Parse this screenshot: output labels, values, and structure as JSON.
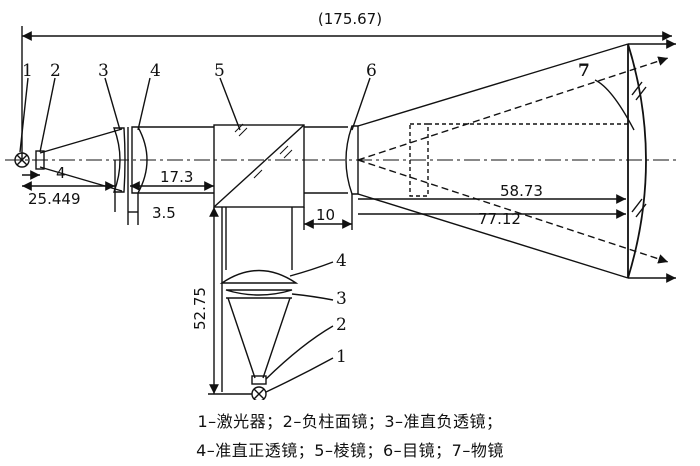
{
  "dimensions": {
    "total": "(175.67)",
    "d25449": "25.449",
    "d4": "4",
    "d173": "17.3",
    "d35": "3.5",
    "d10": "10",
    "d5873": "58.73",
    "d7712": "77.12",
    "d5275": "52.75"
  },
  "part_labels": {
    "top": [
      "1",
      "2",
      "3",
      "4",
      "5",
      "6",
      "7"
    ],
    "bottom": [
      "4",
      "3",
      "2",
      "1"
    ]
  },
  "caption": {
    "line1": "1–激光器；2–负柱面镜；3–准直负透镜；",
    "line2": "4–准直正透镜；5–棱镜；6–目镜；7–物镜"
  },
  "colors": {
    "ink": "#111111",
    "background": "#ffffff"
  }
}
